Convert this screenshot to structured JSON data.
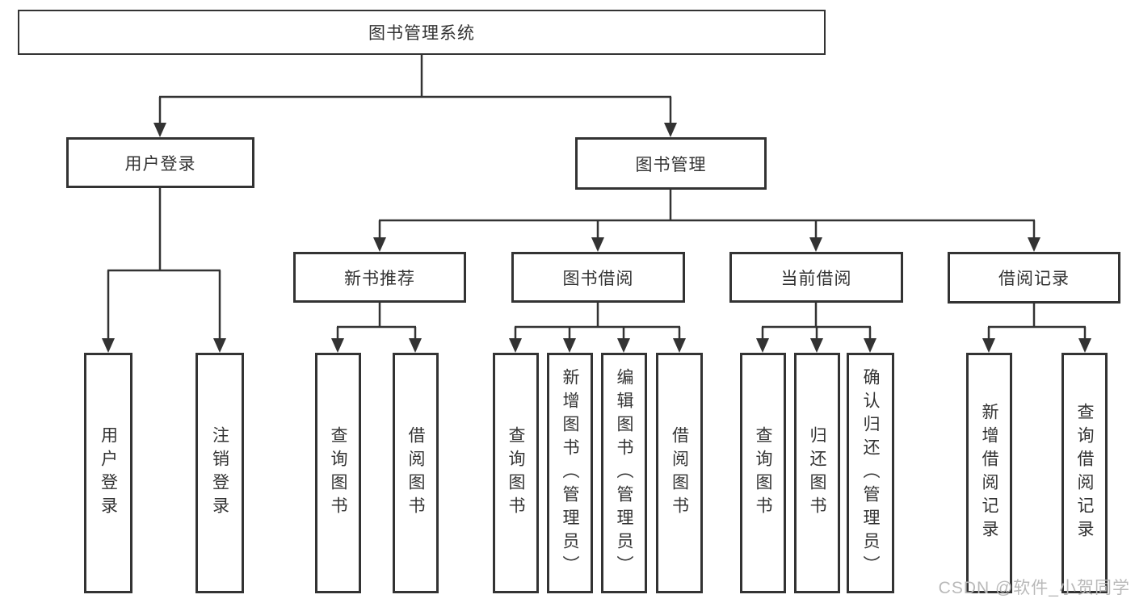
{
  "diagram": {
    "root": {
      "label": "图书管理系统",
      "children": [
        {
          "label": "用户登录",
          "children": [
            {
              "label": "用户登录"
            },
            {
              "label": "注销登录"
            }
          ]
        },
        {
          "label": "图书管理",
          "children": [
            {
              "label": "新书推荐",
              "children": [
                {
                  "label": "查询图书"
                },
                {
                  "label": "借阅图书"
                }
              ]
            },
            {
              "label": "图书借阅",
              "children": [
                {
                  "label": "查询图书"
                },
                {
                  "label": "新增图书（管理员）"
                },
                {
                  "label": "编辑图书（管理员）"
                },
                {
                  "label": "借阅图书"
                }
              ]
            },
            {
              "label": "当前借阅",
              "children": [
                {
                  "label": "查询图书"
                },
                {
                  "label": "归还图书"
                },
                {
                  "label": "确认归还（管理员）"
                }
              ]
            },
            {
              "label": "借阅记录",
              "children": [
                {
                  "label": "新增借阅记录"
                },
                {
                  "label": "查询借阅记录"
                }
              ]
            }
          ]
        }
      ]
    }
  },
  "watermark": {
    "text": "CSDN @软件_小贺同学"
  },
  "colors": {
    "line": "#333333",
    "text": "#333333",
    "background": "#ffffff",
    "watermark": "#b9b9b9"
  }
}
